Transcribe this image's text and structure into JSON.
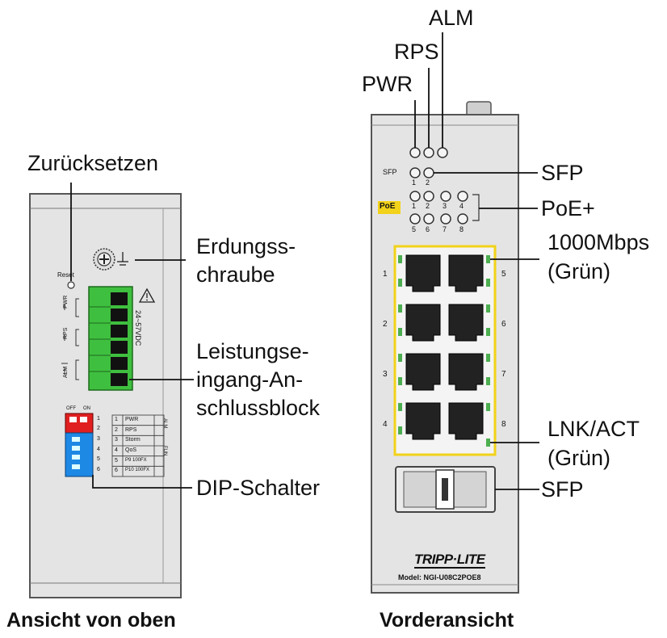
{
  "top_view": {
    "caption": "Ansicht von oben",
    "labels": {
      "reset_callout": "Zurücksetzen",
      "ground_line1": "Erdungss-",
      "ground_line2": "chraube",
      "power_line1": "Leistungse-",
      "power_line2": "ingang-An-",
      "power_line3": "schlussblock",
      "dip": "DIP-Schalter"
    },
    "panel_text": {
      "reset": "Reset",
      "pwr": "PWR",
      "rps": "RPS",
      "alm": "ALM",
      "voltage": "24~57VDC",
      "dip_off": "OFF",
      "dip_on": "ON",
      "dip_side_top": "ALM",
      "dip_side_bottom": "FUN"
    },
    "dip_table": [
      {
        "num": "1",
        "label": "PWR"
      },
      {
        "num": "2",
        "label": "RPS"
      },
      {
        "num": "3",
        "label": "Storm"
      },
      {
        "num": "4",
        "label": "QoS"
      },
      {
        "num": "5",
        "label": "P9 100FX"
      },
      {
        "num": "6",
        "label": "P10 100FX"
      }
    ]
  },
  "front_view": {
    "caption": "Vorderansicht",
    "labels": {
      "alm": "ALM",
      "rps": "RPS",
      "pwr": "PWR",
      "sfp_led": "SFP",
      "poe": "PoE+",
      "speed_line1": "1000Mbps",
      "speed_line2": "(Grün)",
      "lnk_line1": "LNK/ACT",
      "lnk_line2": "(Grün)",
      "sfp_port": "SFP"
    },
    "panel_text": {
      "sfp_small": "SFP",
      "poe_badge": "PoE",
      "sfp_leds": [
        "1",
        "2"
      ],
      "poe_leds_top": [
        "1",
        "2",
        "3",
        "4"
      ],
      "poe_leds_bottom": [
        "5",
        "6",
        "7",
        "8"
      ],
      "ports_left": [
        "1",
        "2",
        "3",
        "4"
      ],
      "ports_right": [
        "5",
        "6",
        "7",
        "8"
      ],
      "brand": "TRIPP·LITE",
      "model": "Model: NGI-U08C2POE8"
    }
  },
  "colors": {
    "panel": "#e4e4e4",
    "terminal_green": "#3fbf3f",
    "dip_red": "#e02020",
    "dip_blue": "#1e88e5",
    "poe_yellow": "#f2d21a",
    "led_green": "#4caf50"
  }
}
